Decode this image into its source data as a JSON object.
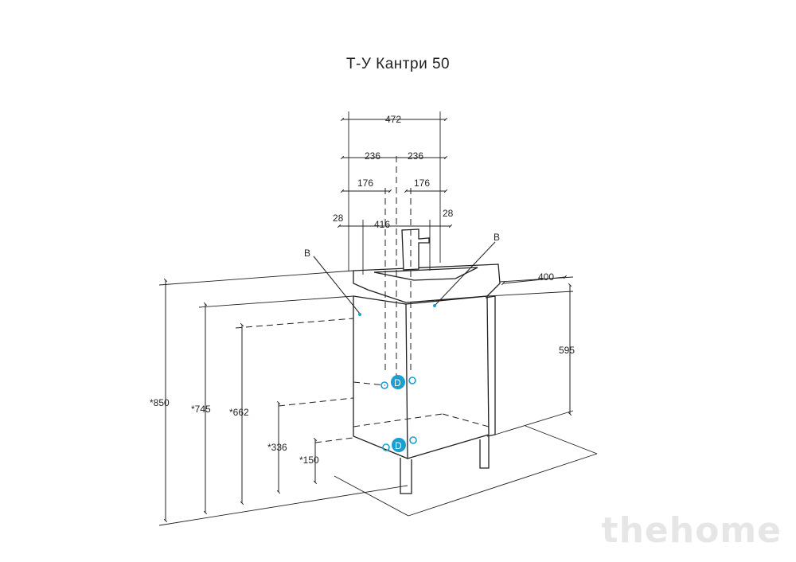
{
  "title": "Т-У Кантри 50",
  "dimensions": {
    "width_total": "472",
    "half_left": "236",
    "half_right": "236",
    "offset_left": "176",
    "offset_right": "176",
    "edge_left": "28",
    "edge_right": "28",
    "inner_width": "416",
    "depth": "400",
    "cabinet_height": "595",
    "total_height": "*850",
    "height_745": "*745",
    "height_662": "*662",
    "height_336": "*336",
    "height_150": "*150"
  },
  "callouts": {
    "label_left": "B",
    "label_right": "B",
    "marker": "D"
  },
  "colors": {
    "line": "#231f20",
    "marker": "#1a9fd0"
  },
  "watermark": "thehome"
}
